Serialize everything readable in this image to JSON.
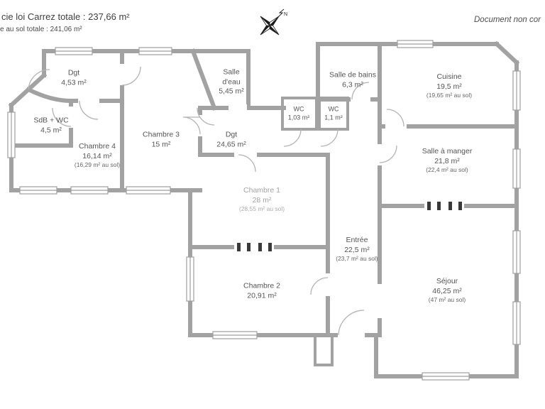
{
  "header": {
    "carrez_line": "cie loi Carrez totale :  237,66 m²",
    "floor_line": "e au sol totale :  241,06 m²",
    "note": "Document non cor",
    "compass_label": "N"
  },
  "rooms": [
    {
      "name": "Dgt",
      "area": "4,53 m²"
    },
    {
      "name": "SdB + WC",
      "area": "4,5 m²"
    },
    {
      "name": "Chambre 4",
      "area": "16,14 m²",
      "floor_area": "(16,29 m² au sol)"
    },
    {
      "name": "Chambre 3",
      "area": "15 m²"
    },
    {
      "name": "Salle d'eau",
      "area": "5,45 m²"
    },
    {
      "name": "Dgt",
      "area": "24,65 m²"
    },
    {
      "name": "WC",
      "area": "1,03 m²"
    },
    {
      "name": "WC",
      "area": "1,1 m²"
    },
    {
      "name": "Salle de bains",
      "area": "6,3 m²"
    },
    {
      "name": "Cuisine",
      "area": "19,5 m²",
      "floor_area": "(19,65 m² au sol)"
    },
    {
      "name": "Salle à manger",
      "area": "21,8 m²",
      "floor_area": "(22,4 m² au sol)"
    },
    {
      "name": "Chambre 1",
      "area": "28 m²",
      "floor_area": "(28,55 m² au sol)"
    },
    {
      "name": "Entrée",
      "area": "22,5 m²",
      "floor_area": "(23,7 m² au sol)"
    },
    {
      "name": "Chambre 2",
      "area": "20,91 m²"
    },
    {
      "name": "Séjour",
      "area": "46,25 m²",
      "floor_area": "(47 m² au sol)"
    }
  ],
  "colors": {
    "wall": "#a2a2a2",
    "text": "#555555",
    "door": "#b3b3b3"
  }
}
